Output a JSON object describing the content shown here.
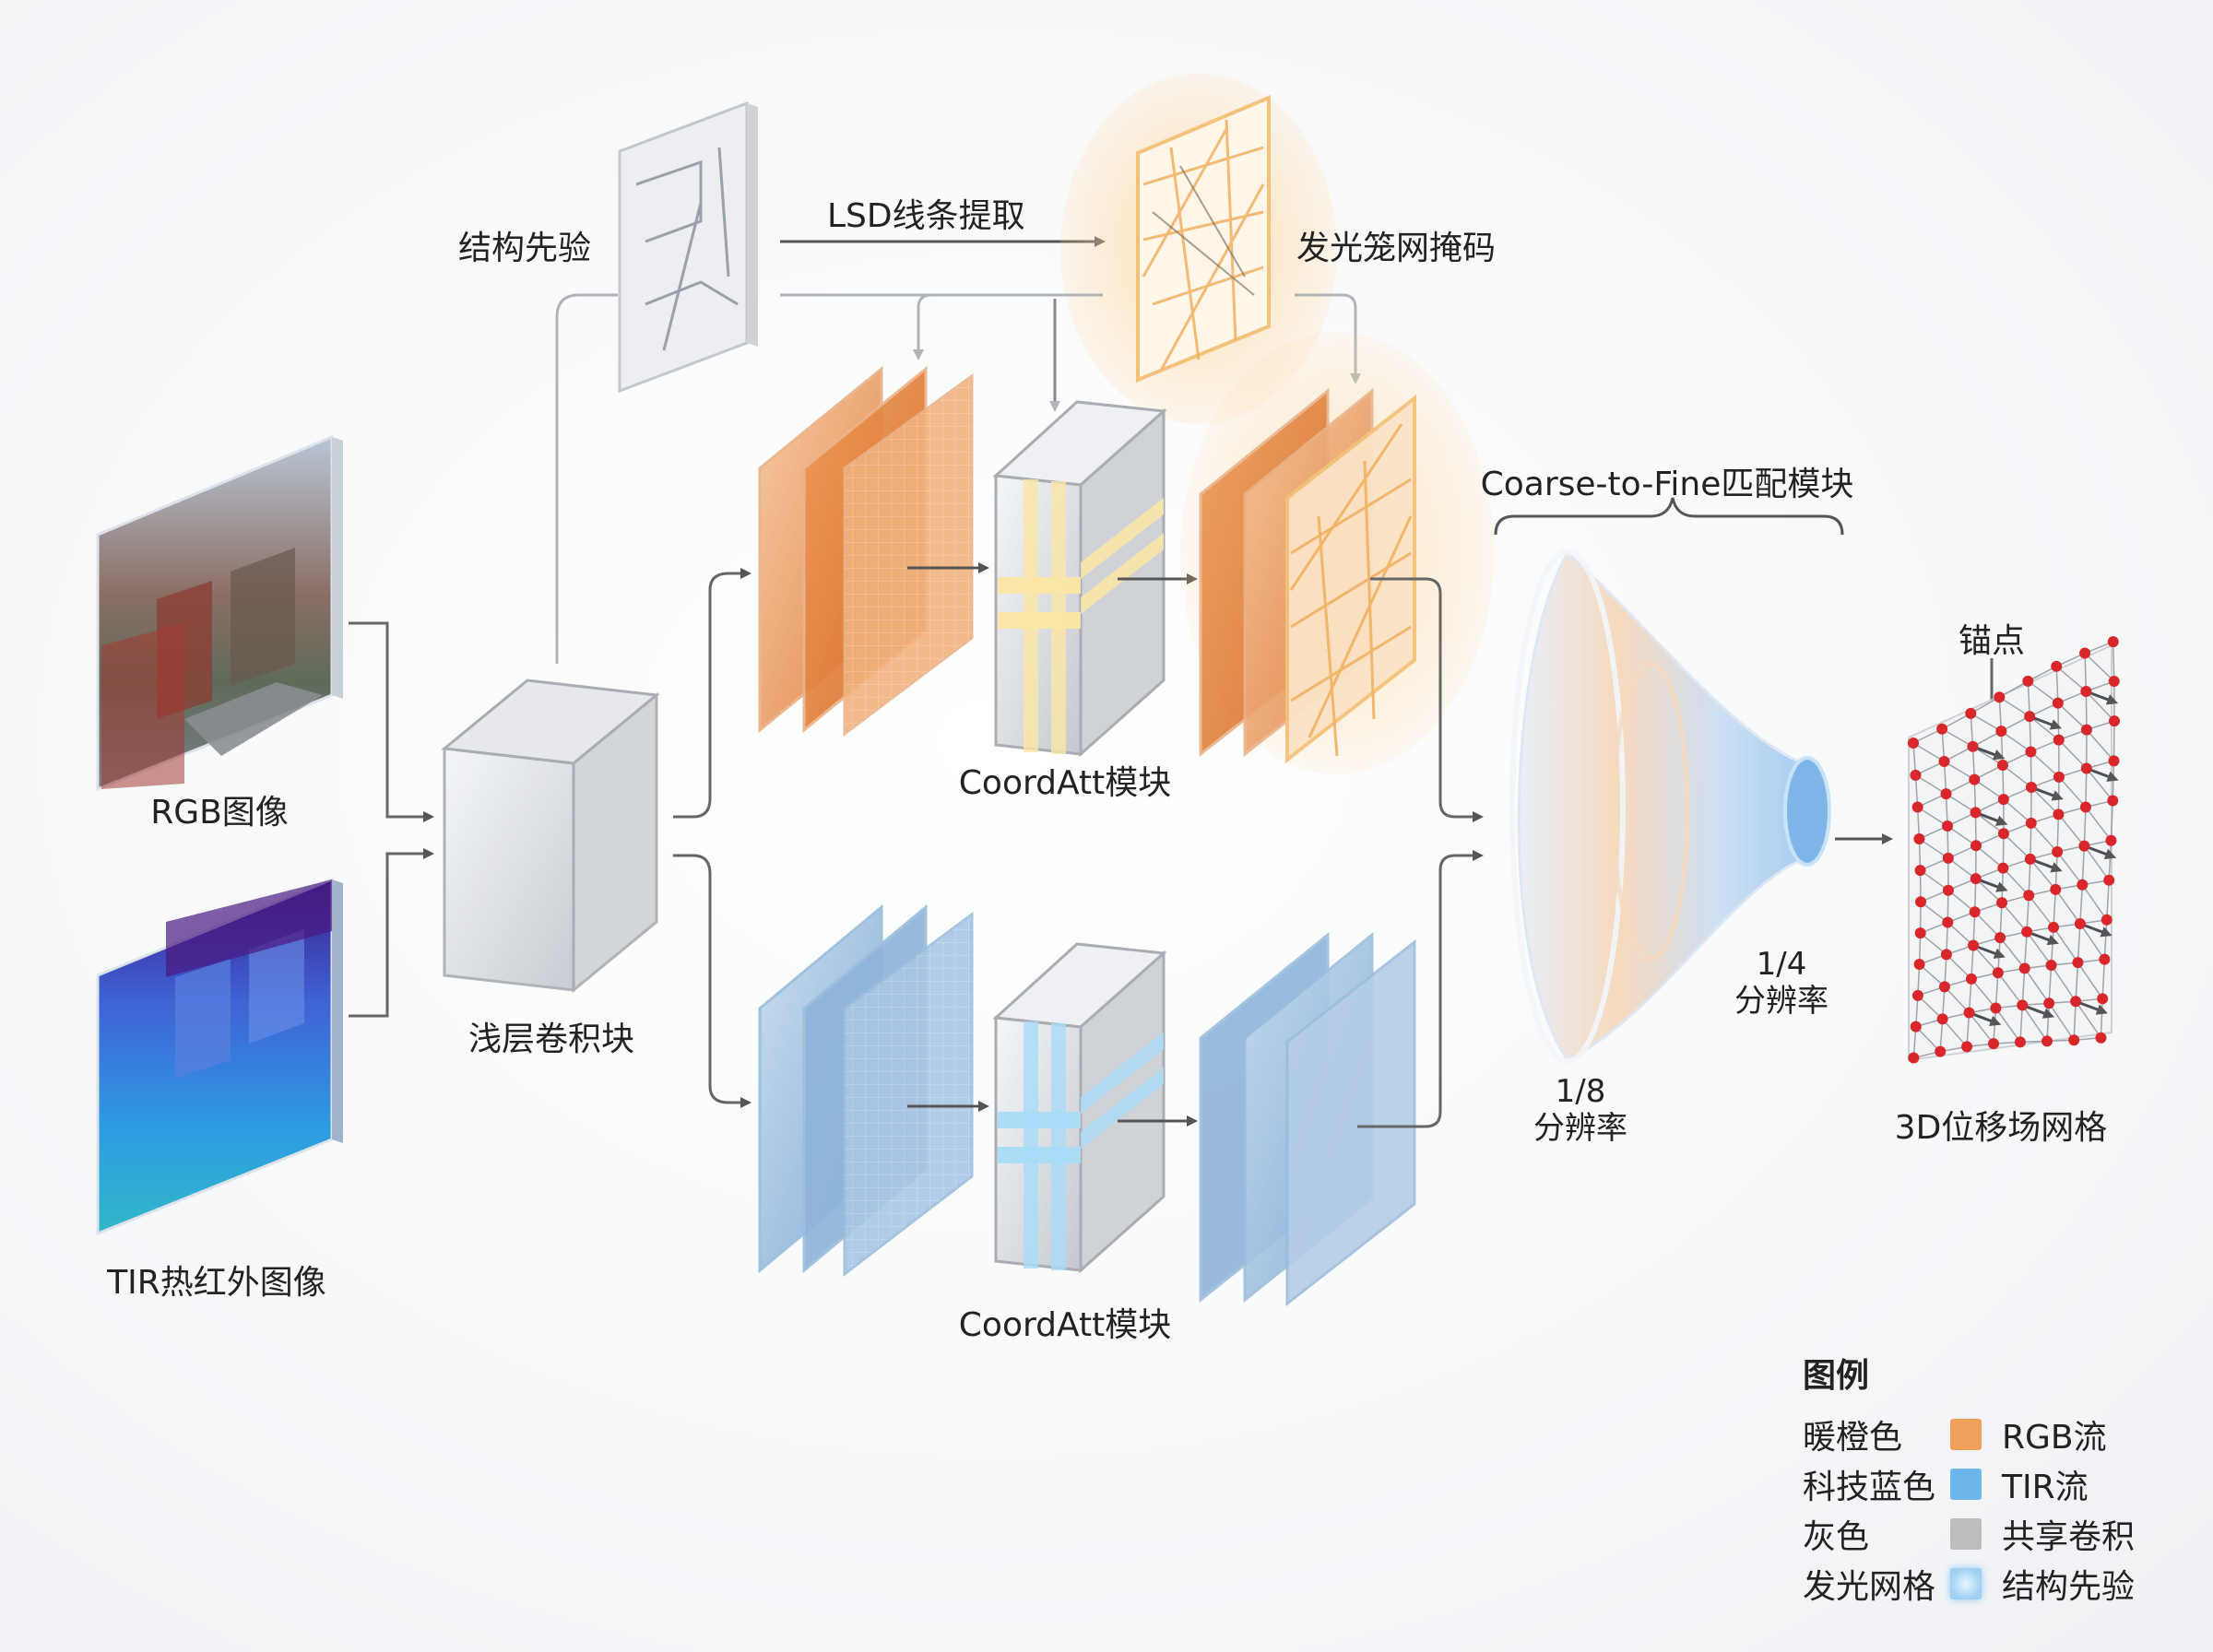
{
  "labels": {
    "structure_prior": "结构先验",
    "lsd": "LSD线条提取",
    "glow_mask": "发光笼网掩码",
    "rgb_image": "RGB图像",
    "tir_image": "TIR热红外图像",
    "shallow_conv": "浅层卷积块",
    "coordatt_top": "CoordAtt模块",
    "coordatt_bottom": "CoordAtt模块",
    "c2f": "Coarse-to-Fine匹配模块",
    "res_18_value": "1/8",
    "res_18_text": "分辨率",
    "res_14_value": "1/4",
    "res_14_text": "分辨率",
    "anchor": "锚点",
    "displacement": "3D位移场网格"
  },
  "legend": {
    "title": "图例",
    "items": [
      {
        "key": "暖橙色",
        "value": "RGB流",
        "color": "#f2a15c"
      },
      {
        "key": "科技蓝色",
        "value": "TIR流",
        "color": "#6cb6ea"
      },
      {
        "key": "灰色",
        "value": "共享卷积",
        "color": "#bdbdbd"
      },
      {
        "key": "发光网格",
        "value": "结构先验",
        "color": "#bfe1f7"
      }
    ]
  },
  "colors": {
    "rgb_stream": "#e8915a",
    "tir_stream": "#6a9fcf",
    "shared": "#b9bcc1",
    "anchor_red": "#d8262b"
  }
}
